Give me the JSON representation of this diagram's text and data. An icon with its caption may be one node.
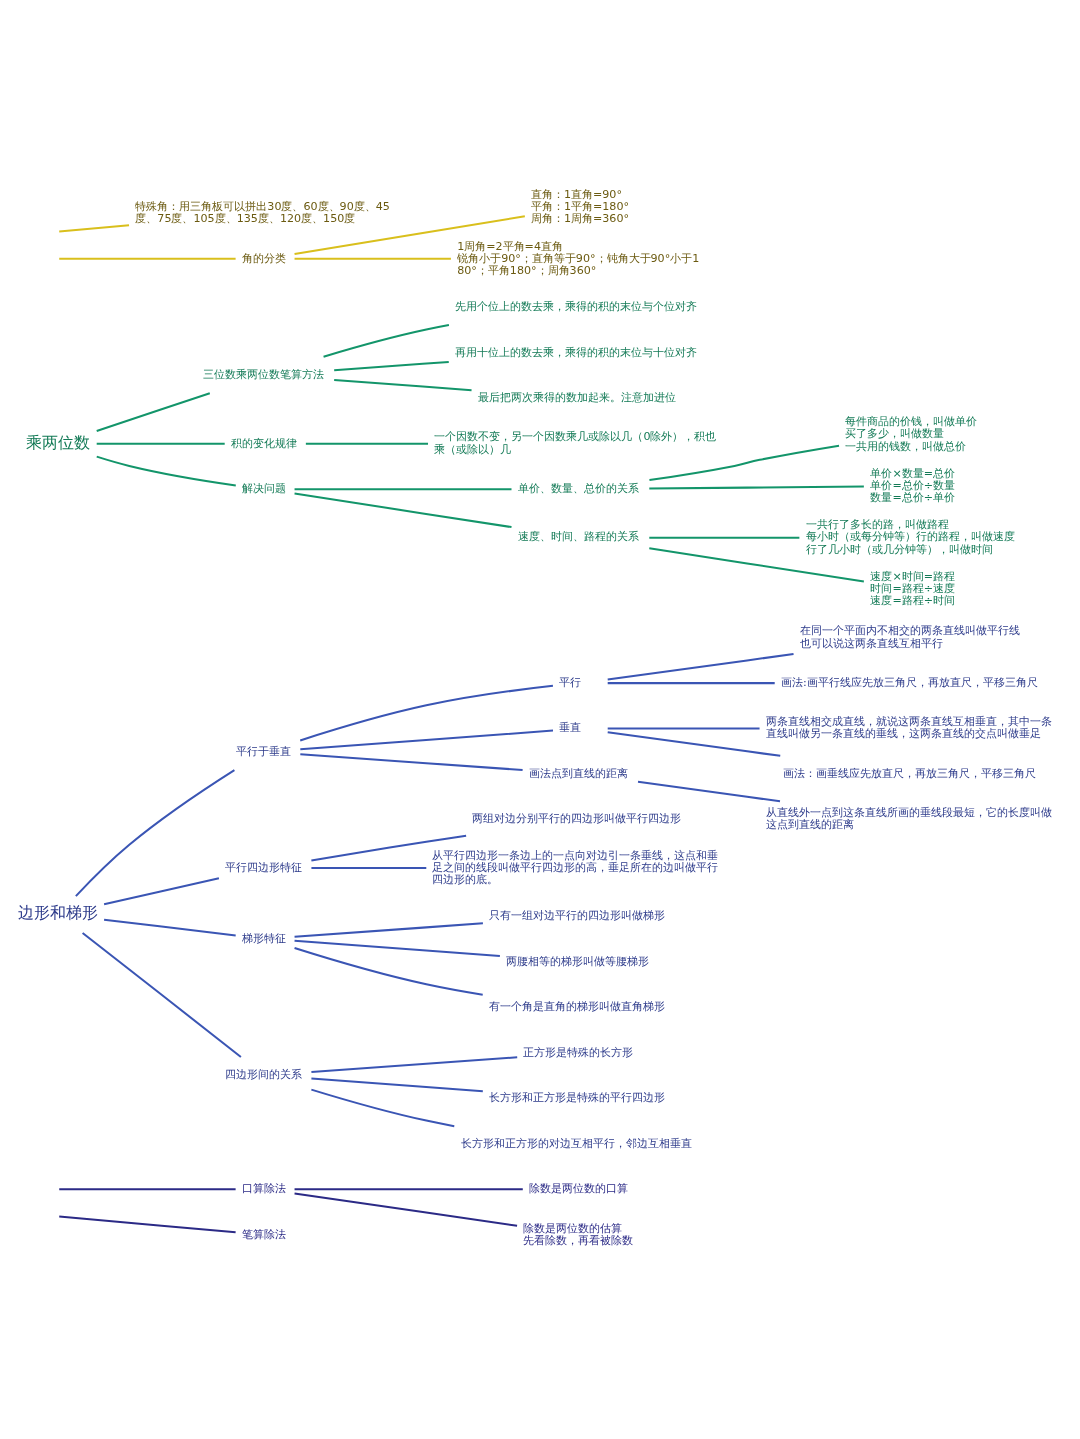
{
  "diagram": {
    "nodes": [
      {
        "text": [
          "特殊角：用三角板可以拼出30度、60度、90度、45度、75度、105度、135度、120度、150度"
        ]
      },
      {
        "text": [
          "角的分类"
        ]
      },
      {
        "text": [
          "直角：1直角=90°",
          "平角：1平角=180°",
          "周角：1周角=360°"
        ]
      },
      {
        "text": [
          "1周角=2平角=4直角",
          "锐角小于90°；直角等于90°；钝角大于90°小于180°；平角180°；周角360°"
        ]
      },
      {
        "text": [
          "乘两位数"
        ]
      },
      {
        "text": [
          "三位数乘两位数笔算方法"
        ]
      },
      {
        "text": [
          "先用个位上的数去乘，乘得的积的末位与个位对齐"
        ]
      },
      {
        "text": [
          "再用十位上的数去乘，乘得的积的末位与十位对齐"
        ]
      },
      {
        "text": [
          "最后把两次乘得的数加起来。注意加进位"
        ]
      },
      {
        "text": [
          "积的变化规律"
        ]
      },
      {
        "text": [
          "一个因数不变，另一个因数乘几或除以几（0除外），积也乘（或除以）几"
        ]
      },
      {
        "text": [
          "解决问题"
        ]
      },
      {
        "text": [
          "单价、数量、总价的关系"
        ]
      },
      {
        "text": [
          "每件商品的价钱，叫做单价",
          "买了多少，叫做数量",
          "一共用的钱数，叫做总价"
        ]
      },
      {
        "text": [
          "单价×数量=总价",
          "单价=总价÷数量",
          "数量=总价÷单价"
        ]
      },
      {
        "text": [
          "速度、时间、路程的关系"
        ]
      },
      {
        "text": [
          "一共行了多长的路，叫做路程",
          "每小时（或每分钟等）行的路程，叫做速度",
          "行了几小时（或几分钟等），叫做时间"
        ]
      },
      {
        "text": [
          "速度×时间=路程",
          "时间=路程÷速度",
          "速度=路程÷时间"
        ]
      },
      {
        "text": [
          "边形和梯形"
        ]
      },
      {
        "text": [
          "平行于垂直"
        ]
      },
      {
        "text": [
          "平行"
        ]
      },
      {
        "text": [
          "在同一个平面内不相交的两条直线叫做平行线",
          "也可以说这两条直线互相平行"
        ]
      },
      {
        "text": [
          "画法:画平行线应先放三角尺，再放直尺，平移三角尺"
        ]
      },
      {
        "text": [
          "垂直"
        ]
      },
      {
        "text": [
          "两条直线相交成直线，就说这两条直线互相垂直，其中一条直线叫做另一条直线的垂线，这两条直线的交点叫做垂足"
        ]
      },
      {
        "text": [
          "画法：画垂线应先放直尺，再放三角尺，平移三角尺"
        ]
      },
      {
        "text": [
          "画法点到直线的距离"
        ]
      },
      {
        "text": [
          "从直线外一点到这条直线所画的垂线段最短，它的长度叫做这点到直线的距离"
        ]
      },
      {
        "text": [
          "平行四边形特征"
        ]
      },
      {
        "text": [
          "两组对边分别平行的四边形叫做平行四边形"
        ]
      },
      {
        "text": [
          "从平行四边形一条边上的一点向对边引一条垂线，这点和垂足之间的线段叫做平行四边形的高，垂足所在的边叫做平行四边形的底。"
        ]
      },
      {
        "text": [
          "梯形特征"
        ]
      },
      {
        "text": [
          "只有一组对边平行的四边形叫做梯形"
        ]
      },
      {
        "text": [
          "两腰相等的梯形叫做等腰梯形"
        ]
      },
      {
        "text": [
          "有一个角是直角的梯形叫做直角梯形"
        ]
      },
      {
        "text": [
          "四边形间的关系"
        ]
      },
      {
        "text": [
          "正方形是特殊的长方形"
        ]
      },
      {
        "text": [
          "长方形和正方形是特殊的平行四边形"
        ]
      },
      {
        "text": [
          "长方形和正方形的对边互相平行，邻边互相垂直"
        ]
      },
      {
        "text": [
          "口算除法"
        ]
      },
      {
        "text": [
          "除数是两位数的口算"
        ]
      },
      {
        "text": [
          "除数是两位数的估算",
          "先看除数，再看被除数"
        ]
      },
      {
        "text": [
          "笔算除法"
        ]
      }
    ],
    "edges": [
      {
        "from": null,
        "to": 0,
        "arrow": "none",
        "color": "#d9bf1c"
      },
      {
        "from": null,
        "to": 1,
        "arrow": "none",
        "color": "#d9bf1c"
      },
      {
        "from": 1,
        "to": 2,
        "arrow": "none",
        "color": "#d9bf1c"
      },
      {
        "from": 1,
        "to": 3,
        "arrow": "none",
        "color": "#d9bf1c"
      },
      {
        "from": 4,
        "to": 5,
        "arrow": "none",
        "color": "#13956a"
      },
      {
        "from": 5,
        "to": 6,
        "arrow": "none",
        "color": "#13956a"
      },
      {
        "from": 5,
        "to": 7,
        "arrow": "none",
        "color": "#13956a"
      },
      {
        "from": 5,
        "to": 8,
        "arrow": "none",
        "color": "#13956a"
      },
      {
        "from": 4,
        "to": 9,
        "arrow": "none",
        "color": "#13956a"
      },
      {
        "from": 9,
        "to": 10,
        "arrow": "none",
        "color": "#13956a"
      },
      {
        "from": 4,
        "to": 11,
        "arrow": "none",
        "color": "#13956a"
      },
      {
        "from": 11,
        "to": 12,
        "arrow": "none",
        "color": "#13956a"
      },
      {
        "from": 12,
        "to": 13,
        "arrow": "none",
        "color": "#13956a"
      },
      {
        "from": 12,
        "to": 14,
        "arrow": "none",
        "color": "#13956a"
      },
      {
        "from": 11,
        "to": 15,
        "arrow": "none",
        "color": "#13956a"
      },
      {
        "from": 15,
        "to": 16,
        "arrow": "none",
        "color": "#13956a"
      },
      {
        "from": 15,
        "to": 17,
        "arrow": "none",
        "color": "#13956a"
      },
      {
        "from": 18,
        "to": 19,
        "arrow": "none"
      },
      {
        "from": 19,
        "to": 20,
        "arrow": "none"
      },
      {
        "from": 20,
        "to": 21,
        "arrow": "none"
      },
      {
        "from": 20,
        "to": 22,
        "arrow": "none"
      },
      {
        "from": 19,
        "to": 23,
        "arrow": "none"
      },
      {
        "from": 23,
        "to": 24,
        "arrow": "none"
      },
      {
        "from": 23,
        "to": 25,
        "arrow": "none"
      },
      {
        "from": 19,
        "to": 26,
        "arrow": "none"
      },
      {
        "from": 26,
        "to": 27,
        "arrow": "none"
      },
      {
        "from": 18,
        "to": 28,
        "arrow": "none"
      },
      {
        "from": 28,
        "to": 29,
        "arrow": "none"
      },
      {
        "from": 28,
        "to": 30,
        "arrow": "none"
      },
      {
        "from": 18,
        "to": 31,
        "arrow": "none"
      },
      {
        "from": 31,
        "to": 32,
        "arrow": "none"
      },
      {
        "from": 31,
        "to": 33,
        "arrow": "none"
      },
      {
        "from": 31,
        "to": 34,
        "arrow": "none"
      },
      {
        "from": 18,
        "to": 35,
        "arrow": "none"
      },
      {
        "from": 35,
        "to": 36,
        "arrow": "none"
      },
      {
        "from": 35,
        "to": 37,
        "arrow": "none"
      },
      {
        "from": 35,
        "to": 38,
        "arrow": "none"
      },
      {
        "from": null,
        "to": 39,
        "arrow": "none",
        "color": "#2b2a86"
      },
      {
        "from": 39,
        "to": 40,
        "arrow": "none",
        "color": "#2b2a86"
      },
      {
        "from": 39,
        "to": 41,
        "arrow": "none",
        "color": "#2b2a86"
      },
      {
        "from": null,
        "to": 42,
        "arrow": "none",
        "color": "#2b2a86"
      }
    ]
  }
}
